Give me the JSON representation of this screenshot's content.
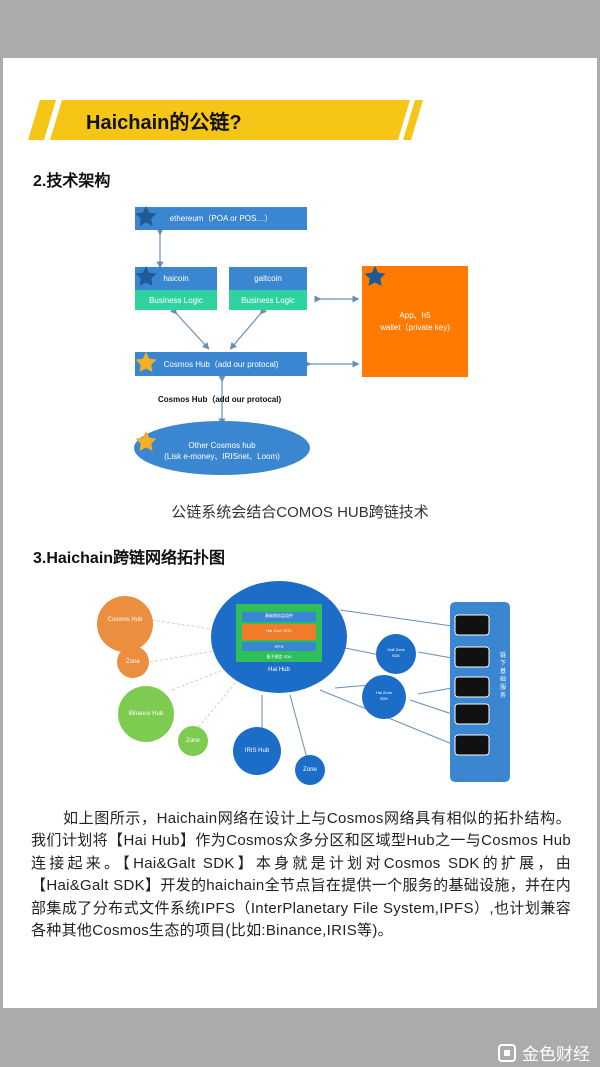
{
  "title": "Haichain的公链?",
  "section2": "2.技术架构",
  "arch": {
    "ethereum": "ethereum（POA or POS…）",
    "haicoin": "haicoin",
    "galtcoin": "galtcoin",
    "business_logic_1": "Business Logic",
    "business_logic_2": "Business Logic",
    "cosmos_hub": "Cosmos Hub（add our protocal)",
    "cosmos_hub_link": "Cosmos Hub（add our protocal)",
    "other_hub_1": "Other Cosmos hub",
    "other_hub_2": "(Lisk e-money、IRISnet、Loom)",
    "app_1": "App、h5",
    "app_2": "wallet（private key)"
  },
  "caption": "公链系统会结合COMOS HUB跨链技术",
  "section3": "3.Haichain跨链网络拓扑图",
  "topo": {
    "cosmos_hub": "Cosmos Hub",
    "zone": "Zone",
    "binance_hub": "Binance Hub",
    "iris_hub": "IRIS Hub",
    "hai_hub": "Hai Hub",
    "galt_zone": "Galt Zone",
    "hai_zone": "Hai Zone",
    "sdk": "SDK",
    "hub_layer_1": "基础服务层组件",
    "hub_layer_2": "Hai Zone SDK",
    "hub_layer_3": "IPFS",
    "hub_layer_4": "量子通信 SDK",
    "side_label": "链下基础服务"
  },
  "paragraph": "如上图所示，Haichain网络在设计上与Cosmos网络具有相似的拓扑结构。我们计划将【Hai Hub】作为Cosmos众多分区和区域型Hub之一与Cosmos Hub连接起来。【Hai&Galt SDK】本身就是计划对Cosmos SDK的扩展，由【Hai&Galt SDK】开发的haichain全节点旨在提供一个服务的基础设施，并在内部集成了分布式文件系统IPFS（InterPlanetary File System,IPFS）,也计划兼容各种其他Cosmos生态的项目(比如:Binance,IRIS等)。",
  "footer": "金色财经",
  "colors": {
    "accent": "#f5c518",
    "blue": "#3a86d1",
    "green": "#2fd3a0",
    "orange": "#ff7a00"
  }
}
